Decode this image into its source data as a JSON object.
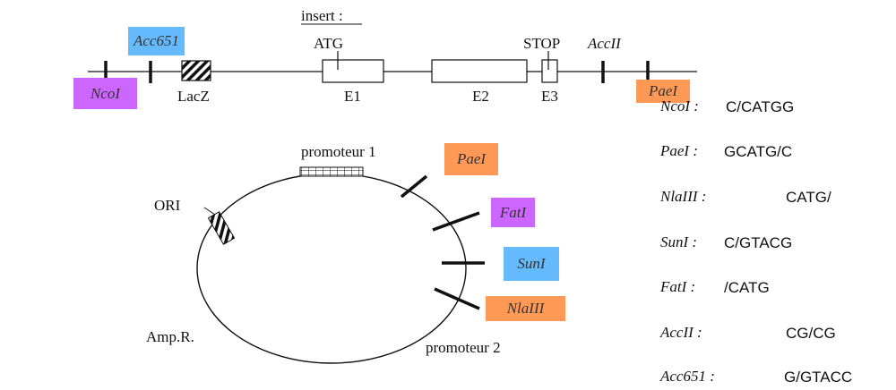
{
  "colors": {
    "purple": "#cc66ff",
    "blue": "#66bbff",
    "orange": "#ff9955",
    "line": "#111111"
  },
  "linear_map": {
    "insert_label": "insert :",
    "atg_label": "ATG",
    "stop_label": "STOP",
    "lacz_label": "LacZ",
    "e1_label": "E1",
    "e2_label": "E2",
    "e3_label": "E3",
    "sites": {
      "ncoi": "NcoI",
      "acc651": "Acc651",
      "accii": "AccII",
      "paei": "PaeI"
    }
  },
  "plasmid": {
    "promoter1_label": "promoteur 1",
    "promoter2_label": "promoteur 2",
    "ori_label": "ORI",
    "ampr_label": "Amp.R.",
    "sites": {
      "paei": "PaeI",
      "fati": "FatI",
      "suni": "SunI",
      "nlaiii": "NlaIII"
    }
  },
  "enzymes": [
    {
      "name": "NcoI :",
      "site": "C/CATGG"
    },
    {
      "name": "PaeI :",
      "site": "GCATG/C"
    },
    {
      "name": "NlaIII :",
      "site": "CATG/"
    },
    {
      "name": "SunI :",
      "site": "C/GTACG"
    },
    {
      "name": "FatI :",
      "site": "/CATG"
    },
    {
      "name": "AccII :",
      "site": "CG/CG"
    },
    {
      "name": "Acc651 :",
      "site": "G/GTACC"
    }
  ]
}
